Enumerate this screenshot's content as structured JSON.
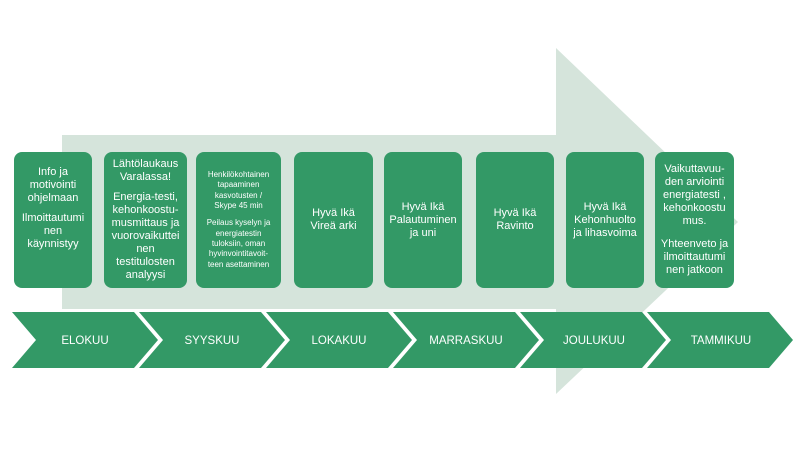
{
  "colors": {
    "phase_box": "#339966",
    "timeline_chevron": "#339966",
    "background_arrow": "#d5e4db",
    "text": "#ffffff"
  },
  "phases": [
    {
      "paragraphs": [
        "Info ja\nmotivointi\nohjelmaan",
        "Ilmoittautumi\nnen\nkäynnistyy"
      ]
    },
    {
      "paragraphs": [
        "Lähtölaukaus\nVaralassa!",
        "Energia-testi,\nkehonkoostu-\nmusmittaus ja\nvuorovaikuttei\nnen\ntestitulosten\nanalyysi"
      ]
    },
    {
      "paragraphs": [
        "Henkilökohtainen\ntapaaminen\nkasvotusten /\nSkype 45 min",
        "Peilaus kyselyn ja\nenergiatestin\ntuloksiin, oman\nhyvinvointitavoit-\nteen asettaminen"
      ]
    },
    {
      "paragraphs": [
        "Hyvä Ikä\nVireä arki"
      ]
    },
    {
      "paragraphs": [
        "Hyvä Ikä\nPalautuminen\nja uni"
      ]
    },
    {
      "paragraphs": [
        "Hyvä Ikä\nRavinto"
      ]
    },
    {
      "paragraphs": [
        "Hyvä Ikä\nKehonhuolto\nja lihasvoima"
      ]
    },
    {
      "paragraphs": [
        "Vaikuttavuu-\nden arviointi\nenergiatesti ,\nkehonkoostu\nmus.",
        "Yhteenveto ja\nilmoittautumi\nnen jatkoon"
      ]
    }
  ],
  "months": [
    "ELOKUU",
    "SYYSKUU",
    "LOKAKUU",
    "MARRASKUU",
    "JOULUKUU",
    "TAMMIKUU"
  ]
}
